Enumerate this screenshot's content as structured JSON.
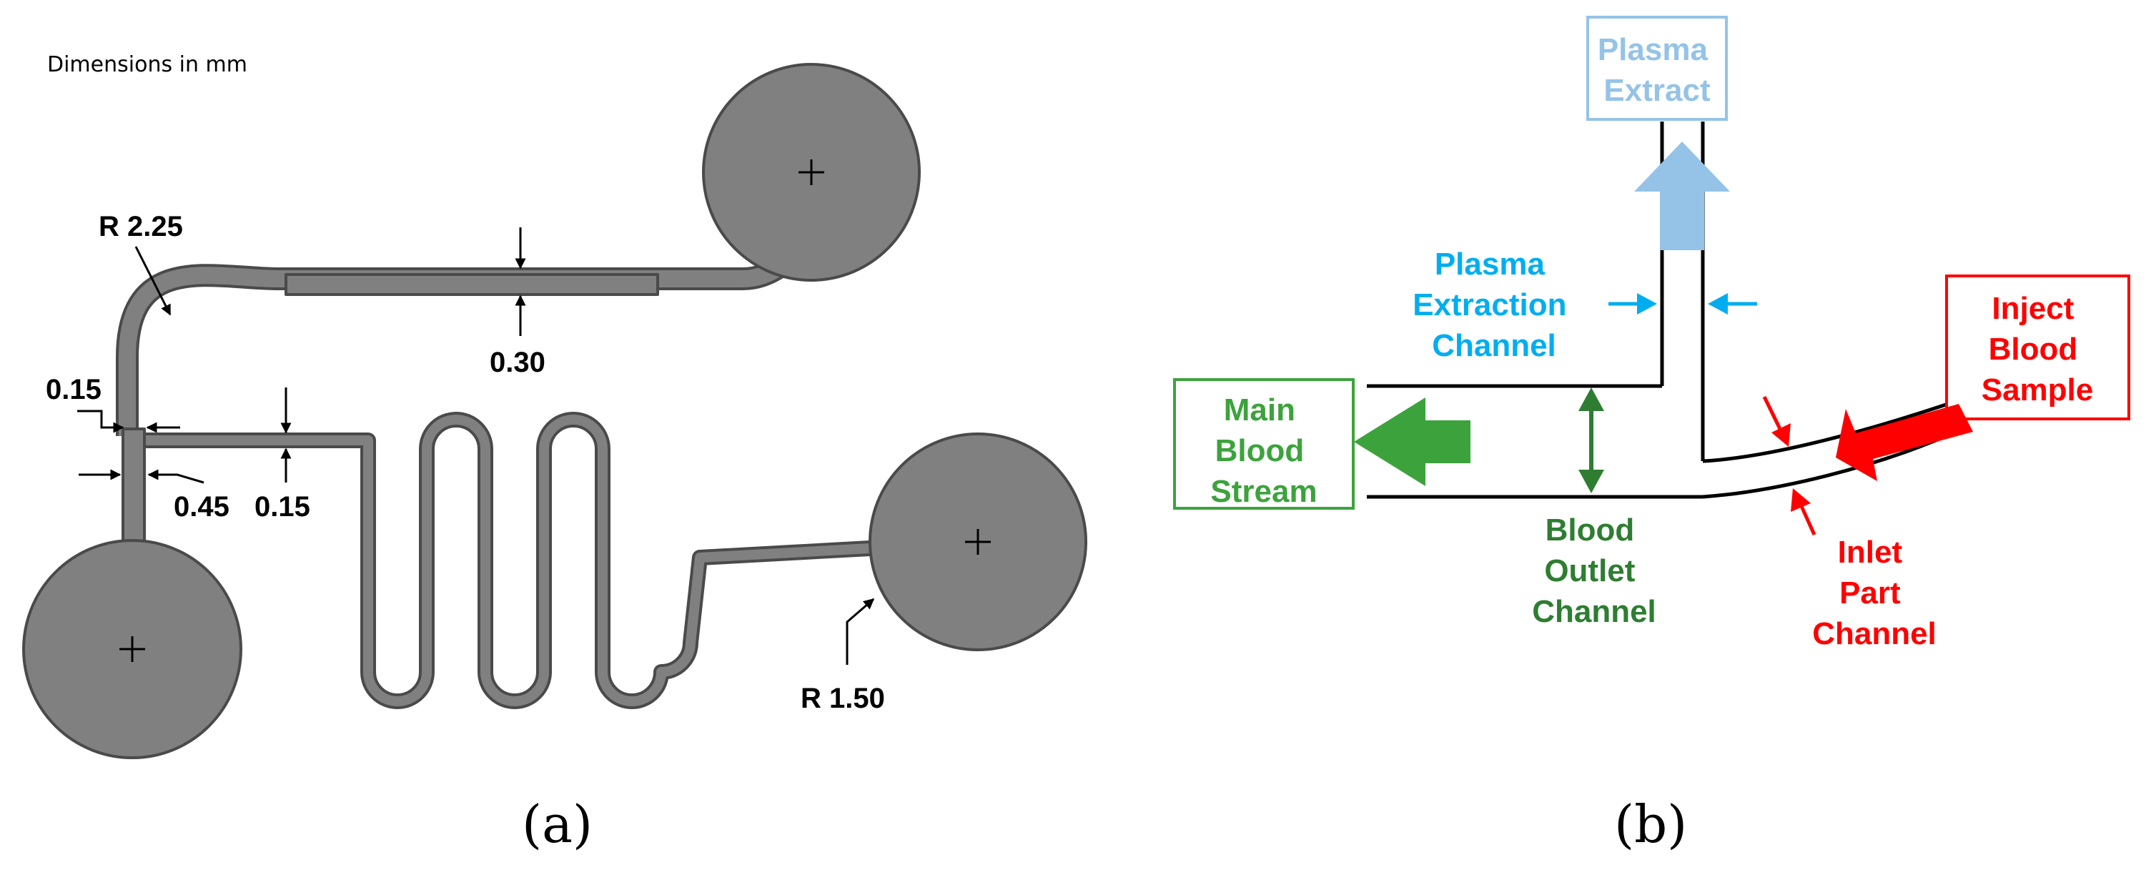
{
  "colors": {
    "channel_fill": "#808080",
    "channel_outline": "#4a4a4a",
    "plasma_light": "#94c3e7",
    "plasma_blue": "#00aeef",
    "blood_green": "#3ca33c",
    "outlet_green": "#2e7d32",
    "inject_red": "#ff0000"
  },
  "panel_a": {
    "note": "Dimensions in mm",
    "dims": {
      "r225": "R 2.25",
      "d030": "0.30",
      "d015_left": "0.15",
      "d045": "0.45",
      "d015_bottom": "0.15",
      "r150": "R 1.50"
    },
    "caption": "(a)"
  },
  "panel_b": {
    "plasma_extract": [
      "Plasma",
      "Extract"
    ],
    "extraction_channel": [
      "Plasma",
      "Extraction",
      "Channel"
    ],
    "main_blood_stream": [
      "Main",
      "Blood",
      "Stream"
    ],
    "blood_outlet_channel": [
      "Blood",
      "Outlet",
      "Channel"
    ],
    "inlet_part_channel": [
      "Inlet",
      "Part",
      "Channel"
    ],
    "inject_blood_sample": [
      "Inject",
      "Blood",
      "Sample"
    ],
    "caption": "(b)"
  }
}
